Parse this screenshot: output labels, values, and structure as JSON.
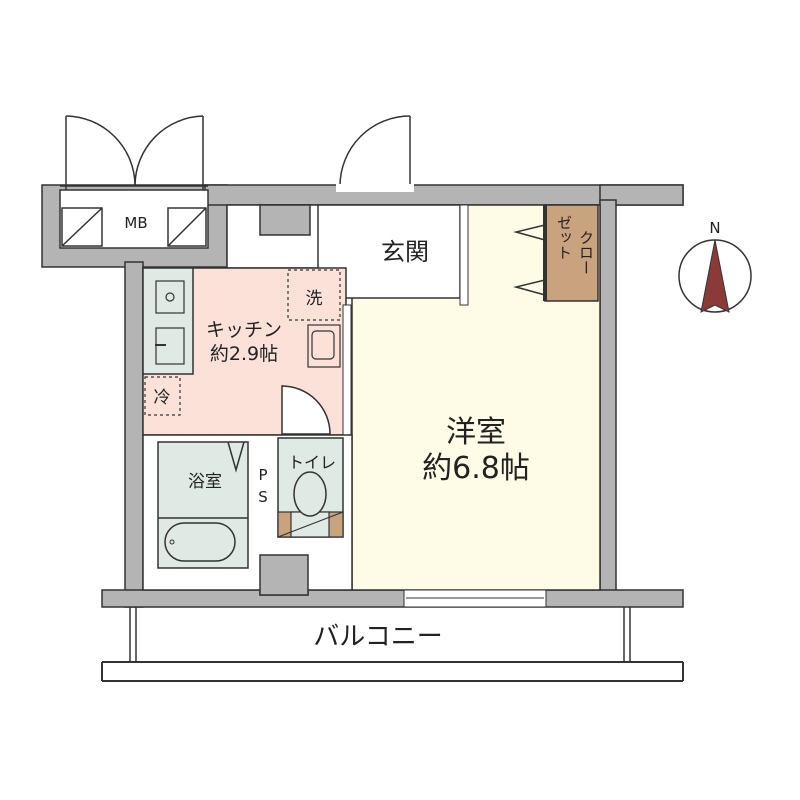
{
  "colors": {
    "wall": "#b4b4b4",
    "outline": "#333333",
    "kitchen": "#fbe1d8",
    "western_room": "#fefce6",
    "closet": "#c9a27e",
    "wet_area": "#dfeae4"
  },
  "rooms": {
    "mb": "MB",
    "entrance": "玄関",
    "closet": [
      "クロー",
      "ゼット"
    ],
    "kitchen": {
      "name": "キッチン",
      "size": "約2.9帖"
    },
    "washer": "洗",
    "fridge": "冷",
    "western": {
      "name": "洋室",
      "size": "約6.8帖"
    },
    "bath": "浴室",
    "ps": [
      "P",
      "S"
    ],
    "toilet": "トイレ",
    "balcony": "バルコニー"
  },
  "compass": {
    "label": "N",
    "icon": "north-arrow-icon"
  }
}
